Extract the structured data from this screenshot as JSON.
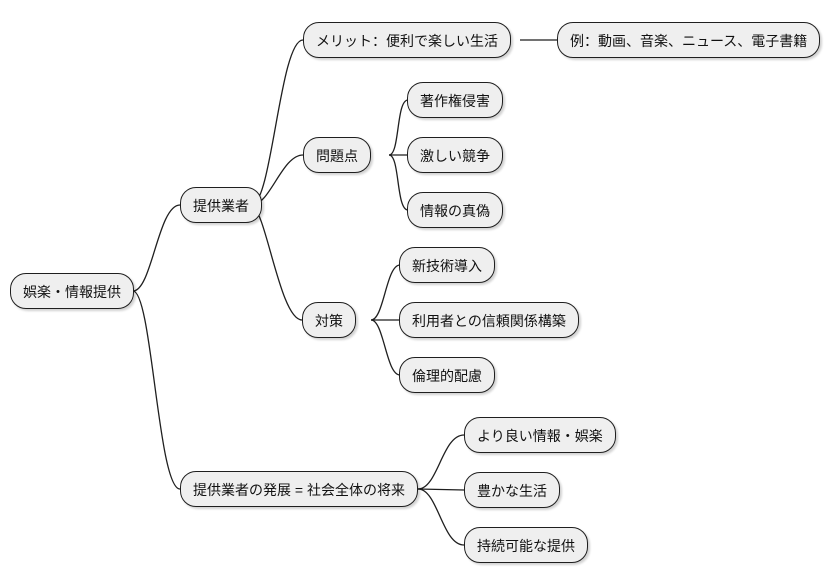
{
  "diagram": {
    "type": "mindmap",
    "colors": {
      "background": "#ffffff",
      "node_fill": "#efefef",
      "node_border": "#1f1f1f",
      "edge": "#1f1f1f",
      "text": "#111111"
    },
    "nodes": {
      "root": "娯楽・情報提供",
      "provider": "提供業者",
      "merit": "メリット：便利で楽しい生活",
      "example": "例：動画、音楽、ニュース、電子書籍",
      "problems": "問題点",
      "copyright": "著作権侵害",
      "competition": "激しい競争",
      "truth": "情報の真偽",
      "measures": "対策",
      "newtech": "新技術導入",
      "trust": "利用者との信頼関係構築",
      "ethics": "倫理的配慮",
      "development": "提供業者の発展 = 社会全体の将来",
      "better": "より良い情報・娯楽",
      "richlife": "豊かな生活",
      "sustainable": "持続可能な提供"
    },
    "edges": [
      [
        "root",
        "provider"
      ],
      [
        "root",
        "development"
      ],
      [
        "provider",
        "merit"
      ],
      [
        "provider",
        "problems"
      ],
      [
        "provider",
        "measures"
      ],
      [
        "merit",
        "example"
      ],
      [
        "problems",
        "copyright"
      ],
      [
        "problems",
        "competition"
      ],
      [
        "problems",
        "truth"
      ],
      [
        "measures",
        "newtech"
      ],
      [
        "measures",
        "trust"
      ],
      [
        "measures",
        "ethics"
      ],
      [
        "development",
        "better"
      ],
      [
        "development",
        "richlife"
      ],
      [
        "development",
        "sustainable"
      ]
    ]
  }
}
